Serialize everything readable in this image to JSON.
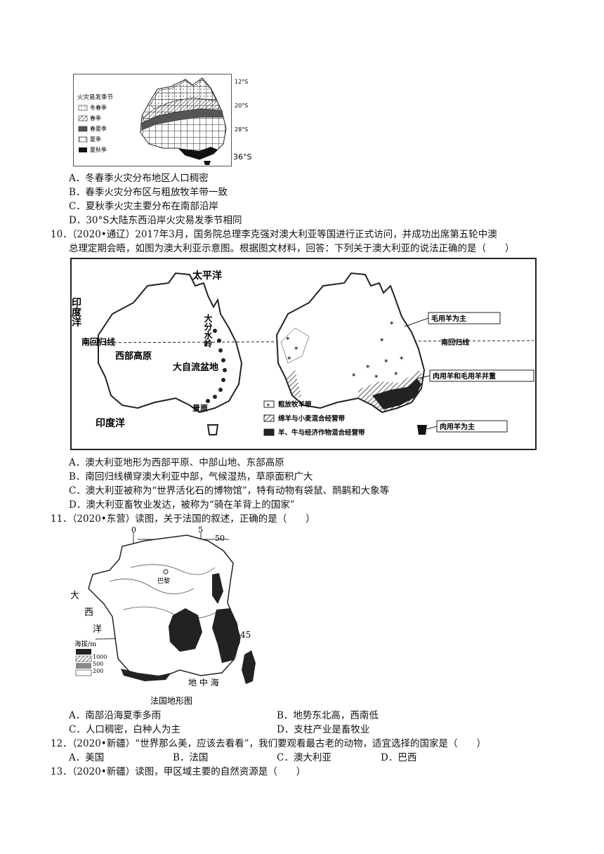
{
  "fig9": {
    "legend_title": "火灾易发季节",
    "legend": [
      "冬春季",
      "春季",
      "春夏季",
      "夏季",
      "夏秋季"
    ],
    "lat_labels": [
      "12°S",
      "20°S",
      "28°S",
      "36°S"
    ]
  },
  "q9_options": [
    "A．冬春季火灾分布地区人口稠密",
    "B．春季火灾分布区与粗放牧羊带一致",
    "C．夏秋季火灾主要分布在南部沿岸",
    "D．30°S大陆东西沿岸火灾易发季节相同"
  ],
  "q10": {
    "line1": "10．（2020•通辽）2017年3月，国务院总理李克强对澳大利亚等国进行正式访问，并成功出席第五轮中澳",
    "line2": "总理定期会晤，如图为澳大利亚示意图。根据图文材料，回答：下列关于澳大利亚的说法正确的是（　　）"
  },
  "fig10": {
    "left": {
      "pacific": "太平洋",
      "indian_top": "印度洋",
      "tropic": "南回归线",
      "western_plateau": "西部高原",
      "great_divide": "大分水岭",
      "artesian_basin": "大自流盆地",
      "bush": "景原",
      "indian_bottom": "印度洋"
    },
    "right": {
      "wool_sheep": "毛用羊为主",
      "tropic": "南回归线",
      "dual_sheep": "肉用羊和毛用羊并重",
      "meat_sheep": "肉用羊为主",
      "legend": [
        "粗放牧羊带",
        "绵羊与小麦混合经营带",
        "羊、牛与经济作物混合经营带"
      ]
    }
  },
  "q10_options": [
    "A．澳大利亚地形为西部平原、中部山地、东部高原",
    "B．南回归线横穿澳大利亚中部，气候湿热，草原面积广大",
    "C．澳大利亚被称为“世界活化石的博物馆”，特有动物有袋鼠、鸸鹋和大象等",
    "D．澳大利亚畜牧业发达，被称为“骑在羊背上的国家”"
  ],
  "q11": {
    "line1": "11．（2020•东营）读图，关于法国的叙述，正确的是（　　）"
  },
  "fig11": {
    "lon0": "0",
    "lon5": "5",
    "lat50": "50",
    "lat45": "45",
    "paris": "巴黎",
    "atlantic": [
      "大",
      "西",
      "洋"
    ],
    "elev_title": "海拔/m",
    "elev_levels": [
      "1000",
      "500",
      "200"
    ],
    "med": "地 中 海",
    "caption": "法国地形图"
  },
  "q11_options": [
    "A．南部沿海夏季多雨",
    "B．地势东北高，西南低",
    "C．人口稠密，白种人为主",
    "D．支柱产业是畜牧业"
  ],
  "q12": {
    "line1": "12．（2020•新疆）“世界那么美，应该去看看”，我们要观看最古老的动物，适宜选择的国家是（　　）",
    "options": [
      "A．美国",
      "B．法国",
      "C．澳大利亚",
      "D．巴西"
    ]
  },
  "q13": {
    "line1": "13．（2020•新疆）读图，甲区域主要的自然资源是（　　）"
  }
}
